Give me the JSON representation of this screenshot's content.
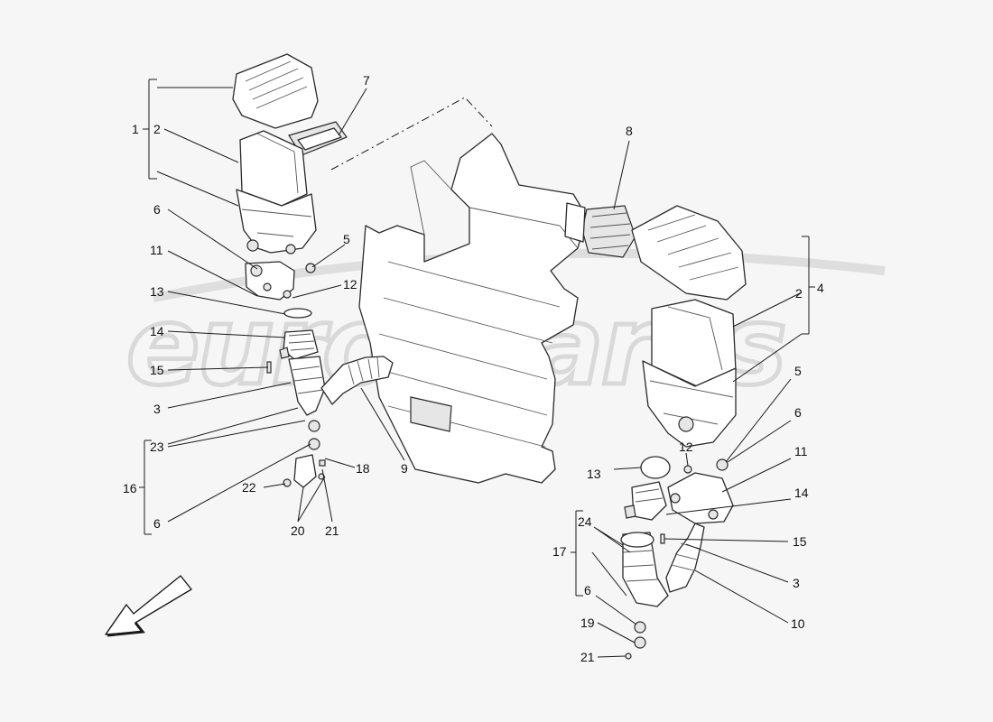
{
  "watermark": "eurospares",
  "callouts": {
    "c1": "1",
    "c2a": "2",
    "c7": "7",
    "c8": "8",
    "c6a": "6",
    "c5a": "5",
    "c11a": "11",
    "c12a": "12",
    "c13a": "13",
    "c14a": "14",
    "c15a": "15",
    "c3a": "3",
    "c23": "23",
    "c16": "16",
    "c6b": "6",
    "c22": "22",
    "c18": "18",
    "c20": "20",
    "c21a": "21",
    "c9": "9",
    "c2b": "2",
    "c4": "4",
    "c5b": "5",
    "c6c": "6",
    "c11b": "11",
    "c12b": "12",
    "c13b": "13",
    "c14b": "14",
    "c24": "24",
    "c17": "17",
    "c15b": "15",
    "c3b": "3",
    "c10": "10",
    "c6d": "6",
    "c19": "19",
    "c21b": "21"
  },
  "icons": {
    "direction_arrow": "arrow-down-left-icon"
  }
}
